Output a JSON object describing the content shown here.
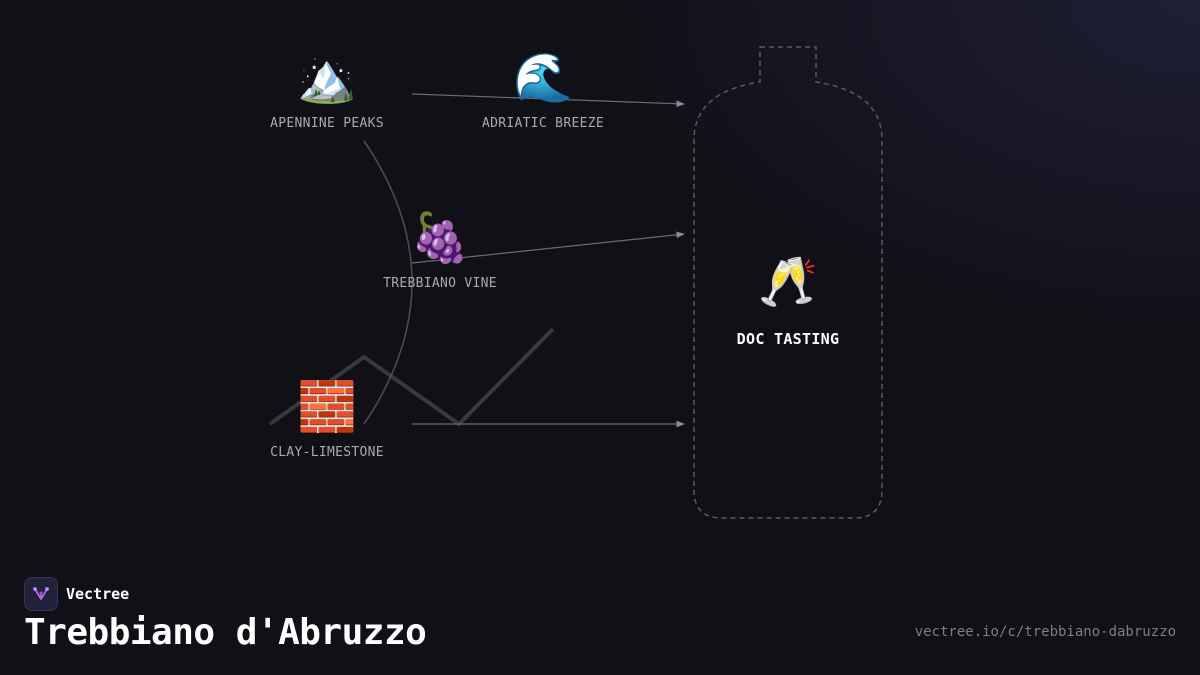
{
  "title": "Trebbiano d'Abruzzo",
  "brand": {
    "name": "Vectree"
  },
  "url": "vectree.io/c/trebbiano-dabruzzo",
  "colors": {
    "background": "#111016",
    "edge": "#6b6b74",
    "bottle_outline": "#5a5a62",
    "logo_accent": "#b46be8"
  },
  "nodes": [
    {
      "id": "apennine",
      "emoji": "🏔️",
      "label": "APENNINE PEAKS",
      "icon": "mountain-icon"
    },
    {
      "id": "adriatic",
      "emoji": "🌊",
      "label": "ADRIATIC BREEZE",
      "icon": "wave-icon"
    },
    {
      "id": "vine",
      "emoji": "🍇",
      "label": "TREBBIANO VINE",
      "icon": "grapes-icon"
    },
    {
      "id": "soil",
      "emoji": "🧱",
      "label": "CLAY-LIMESTONE",
      "icon": "brick-icon"
    }
  ],
  "target": {
    "emoji": "🥂",
    "label": "DOC TASTING",
    "icon": "clinking-glasses-icon"
  }
}
